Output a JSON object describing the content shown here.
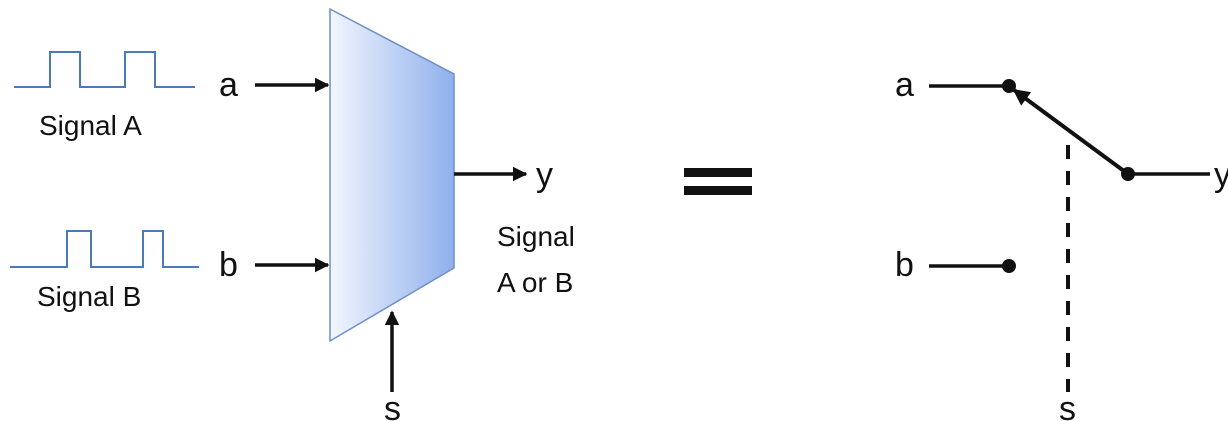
{
  "mux": {
    "signal_a_caption": "Signal A",
    "signal_b_caption": "Signal B",
    "input_a": "a",
    "input_b": "b",
    "select": "s",
    "output": "y",
    "output_caption_line1": "Signal",
    "output_caption_line2": "A or B"
  },
  "equals_symbol": "=",
  "switch": {
    "input_a": "a",
    "input_b": "b",
    "select": "s",
    "output": "y"
  },
  "colors": {
    "waveform": "#4a7ab8",
    "mux_fill_light": "#f2f6fd",
    "mux_fill_dark": "#8fb0ec",
    "mux_stroke": "#6f8fc9",
    "wire": "#111111"
  }
}
